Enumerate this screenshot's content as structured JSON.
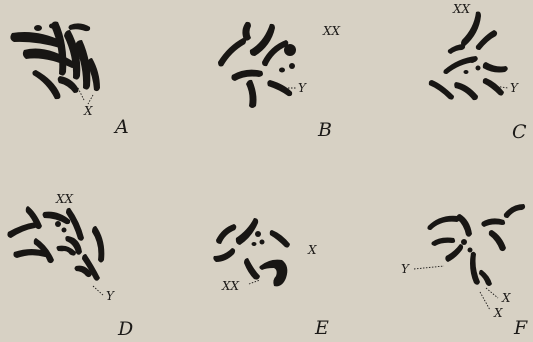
{
  "panels": [
    {
      "id": "A",
      "letter": "A",
      "marks": [
        "X"
      ]
    },
    {
      "id": "B",
      "letter": "B",
      "marks": [
        "XX",
        "Y"
      ]
    },
    {
      "id": "C",
      "letter": "C",
      "marks": [
        "XX",
        "Y"
      ]
    },
    {
      "id": "D",
      "letter": "D",
      "marks": [
        "XX",
        "Y"
      ]
    },
    {
      "id": "E",
      "letter": "E",
      "marks": [
        "X",
        "XX"
      ]
    },
    {
      "id": "F",
      "letter": "F",
      "marks": [
        "Y",
        "X",
        "X"
      ]
    }
  ],
  "colors": {
    "paper": "#d7d1c4",
    "ink": "#181614"
  }
}
